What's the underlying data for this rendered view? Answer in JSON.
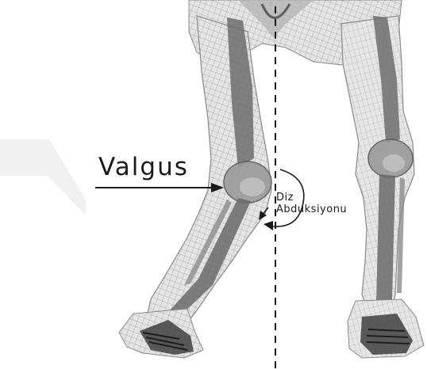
{
  "labels": {
    "valgus": "Valgus",
    "abduction_line1": "Diz",
    "abduction_line2": "Abduksiyonu"
  }
}
